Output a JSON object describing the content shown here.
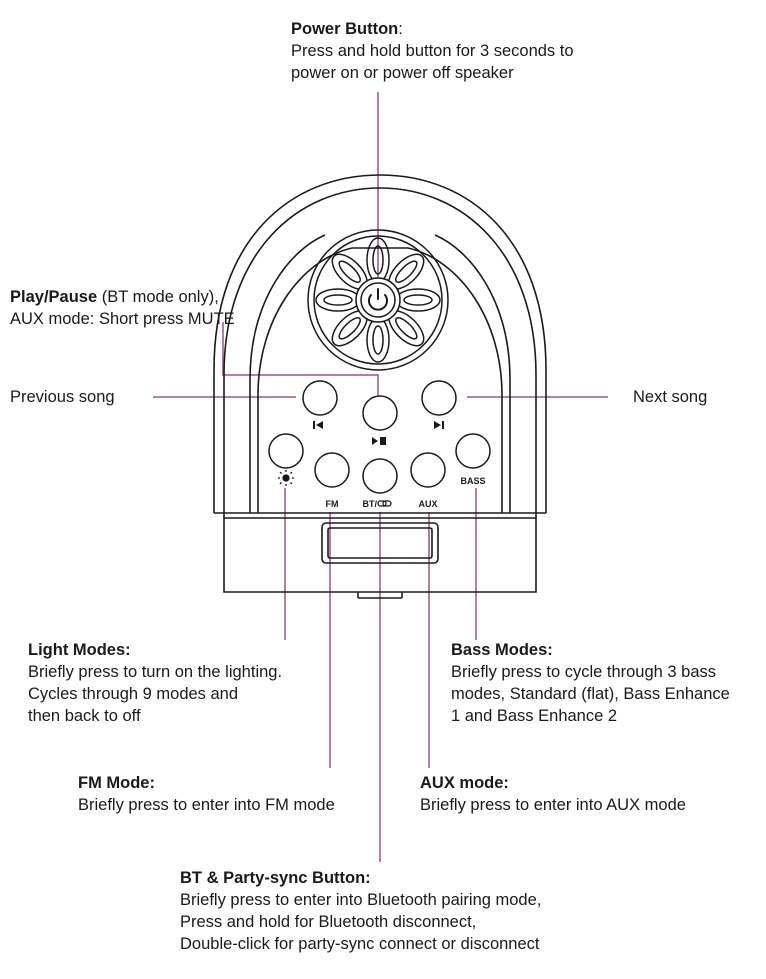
{
  "colors": {
    "leader": "#a0508c",
    "outline": "#1a1a1a"
  },
  "power": {
    "title": "Power Button",
    "colon": ":",
    "lines": [
      "Press and hold button for 3 seconds to",
      "power on or power off speaker"
    ]
  },
  "play_pause": {
    "title": "Play/Pause",
    "suffix": " (BT mode only),",
    "line2": "AUX mode: Short press MUTE"
  },
  "previous": {
    "label": "Previous song"
  },
  "next": {
    "label": "Next song"
  },
  "light": {
    "title": "Light Modes:",
    "lines": [
      "Briefly press to turn on the lighting.",
      "Cycles through 9 modes and",
      "then back to off"
    ]
  },
  "bass": {
    "title": "Bass Modes:",
    "lines": [
      "Briefly press to cycle through 3 bass",
      "modes, Standard (flat), Bass Enhance",
      "1 and Bass Enhance 2"
    ]
  },
  "fm": {
    "title": "FM Mode:",
    "lines": [
      "Briefly press to enter into FM mode"
    ]
  },
  "aux": {
    "title": "AUX mode:",
    "lines": [
      "Briefly press to enter into AUX mode"
    ]
  },
  "bt": {
    "title": "BT & Party-sync Button:",
    "lines": [
      "Briefly press to enter into Bluetooth pairing mode,",
      "Press and hold for Bluetooth disconnect,",
      "Double-click for party-sync connect or disconnect"
    ]
  },
  "device_labels": {
    "fm": "FM",
    "bt": "BT/",
    "aux": "AUX",
    "bass": "BASS"
  },
  "icons": [
    "power-icon",
    "previous-track-icon",
    "play-pause-icon",
    "next-track-icon",
    "sun-icon",
    "link-icon"
  ]
}
